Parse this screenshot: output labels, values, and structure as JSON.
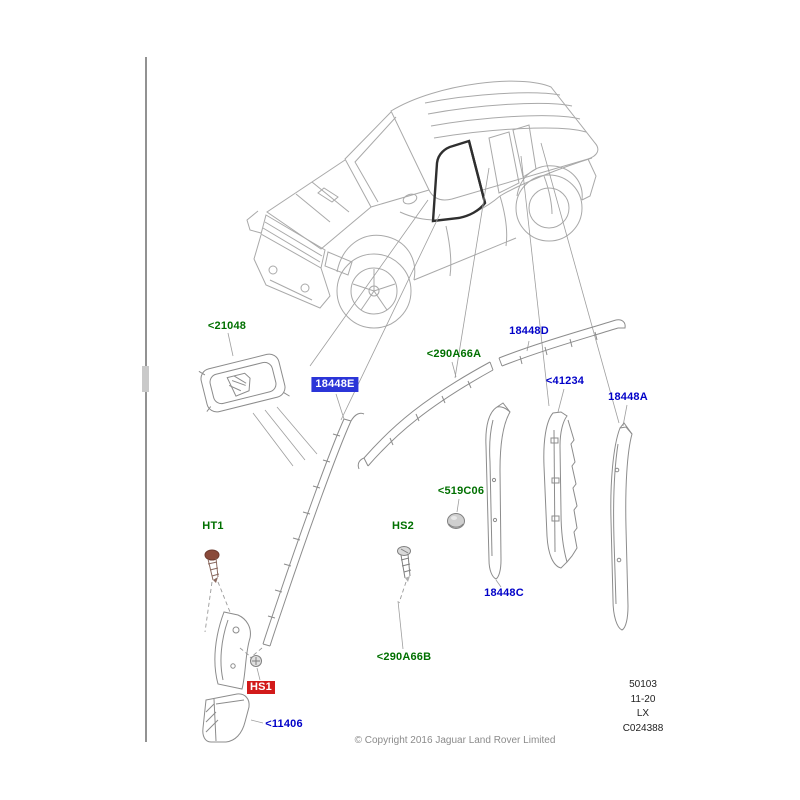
{
  "labels": {
    "l21048": "<21048",
    "l18448E": "18448E",
    "l290A66A": "<290A66A",
    "l18448D": "18448D",
    "l41234": "<41234",
    "l18448A": "18448A",
    "l519C06": "<519C06",
    "lHT1": "HT1",
    "lHS2": "HS2",
    "l18448C": "18448C",
    "l290A66B": "<290A66B",
    "lHS1": "HS1",
    "l11406": "<11406"
  },
  "footer": {
    "copyright": "© Copyright  2016  Jaguar Land Rover Limited",
    "codes": {
      "c1": "50103",
      "c2": "11-20",
      "c3": "LX",
      "c4": "C024388"
    }
  },
  "colors": {
    "label_green": "#007000",
    "label_blue": "#0000c8",
    "highlight_blue_bg": "#2b35d8",
    "highlight_red_bg": "#d21a1a",
    "highlight_text": "#ffffff",
    "line_art_gray": "#8c8c8c",
    "vehicle_gray": "#a9a9a9",
    "window_frame_dark": "#2f2f2f"
  }
}
